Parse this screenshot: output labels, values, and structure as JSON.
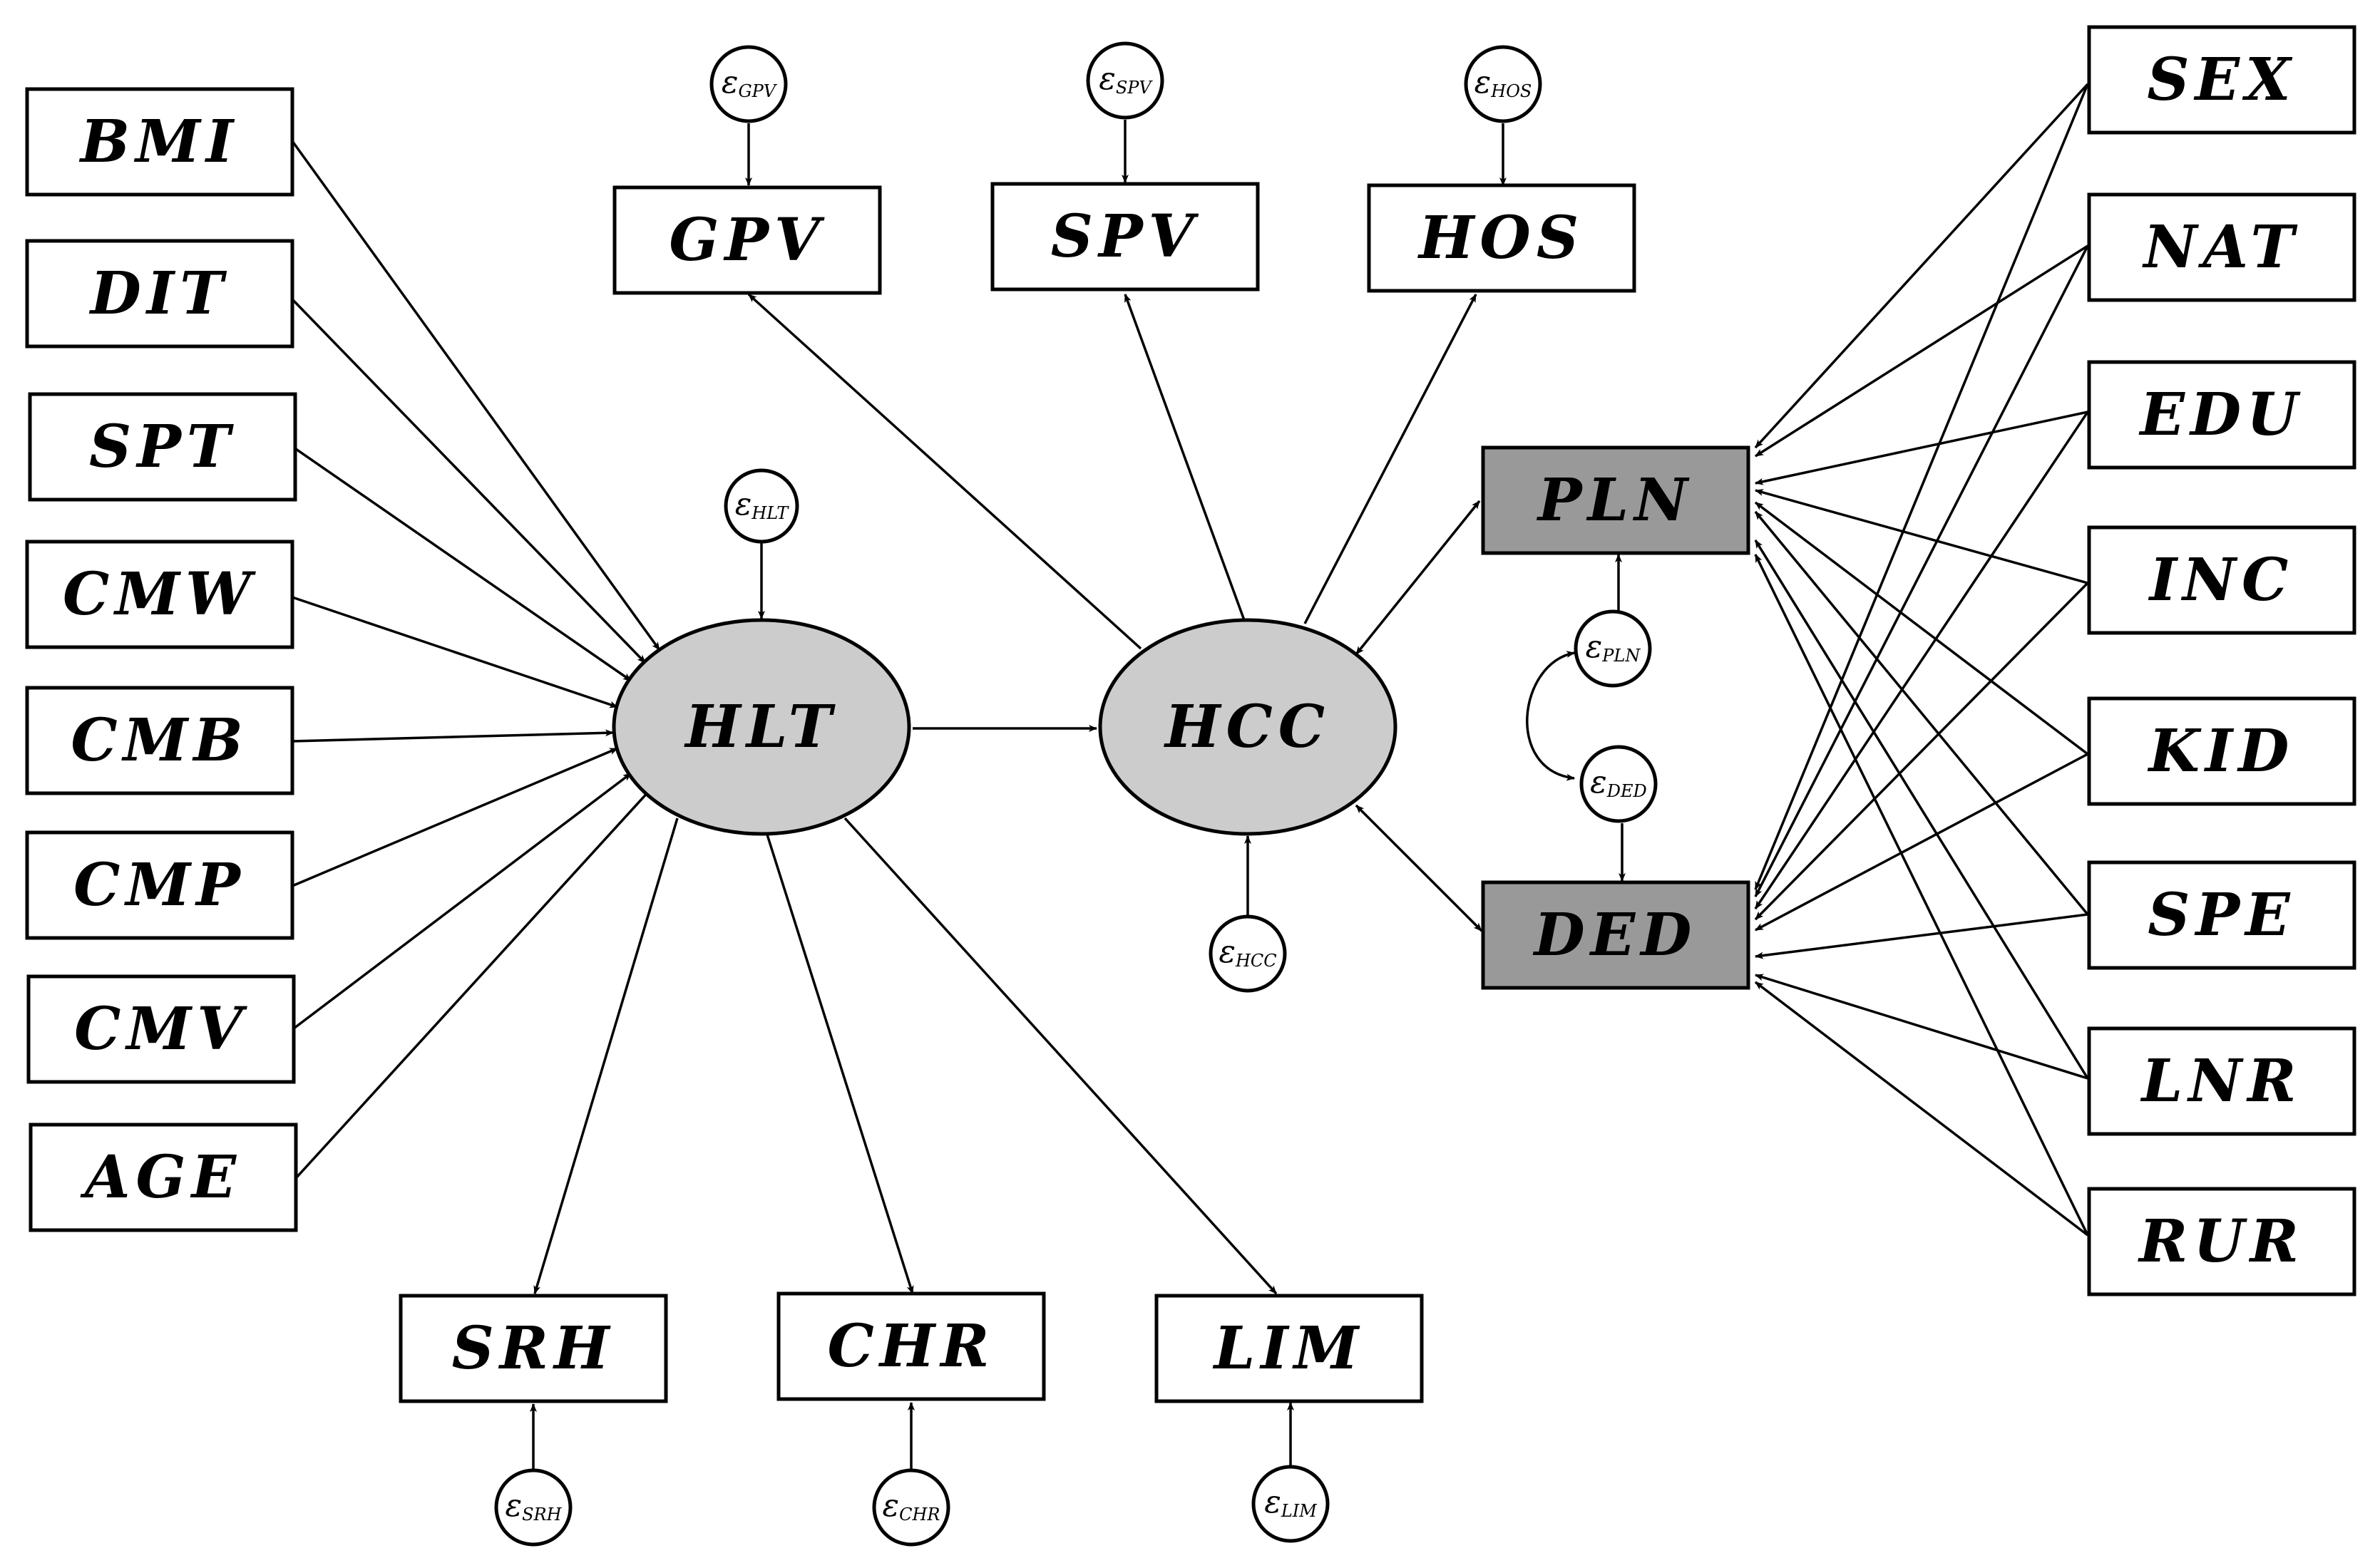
{
  "nodes": {
    "BMI": "BMI",
    "DIT": "DIT",
    "SPT": "SPT",
    "CMW": "CMW",
    "CMB": "CMB",
    "CMP": "CMP",
    "CMV": "CMV",
    "AGE": "AGE",
    "GPV": "GPV",
    "SPV": "SPV",
    "HOS": "HOS",
    "HLT": "HLT",
    "HCC": "HCC",
    "PLN": "PLN",
    "DED": "DED",
    "SRH": "SRH",
    "CHR": "CHR",
    "LIM": "LIM",
    "SEX": "SEX",
    "NAT": "NAT",
    "EDU": "EDU",
    "INC": "INC",
    "KID": "KID",
    "SPE": "SPE",
    "LNR": "LNR",
    "RUR": "RUR"
  },
  "errors": {
    "epsilon": "ε",
    "GPV": "GPV",
    "SPV": "SPV",
    "HOS": "HOS",
    "HLT": "HLT",
    "HCC": "HCC",
    "PLN": "PLN",
    "DED": "DED",
    "SRH": "SRH",
    "CHR": "CHR",
    "LIM": "LIM"
  },
  "colors": {
    "latent_fill": "#cccccc",
    "outcome_fill": "#999999",
    "stroke": "#000000"
  }
}
